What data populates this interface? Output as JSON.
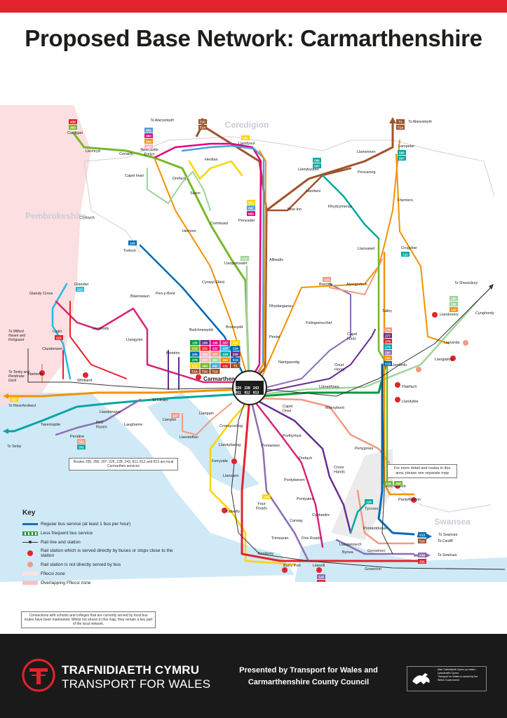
{
  "title": "Proposed Base Network: Carmarthenshire",
  "regions": {
    "ceredigion": "Ceredigion",
    "pembrokeshire": "Pembrokeshire",
    "swansea": "Swansea"
  },
  "places": {
    "cardigan": "Cardigan",
    "llechryd": "Llechryd",
    "cenarth": "Cenarth",
    "newcastle_emlyn": "Newcastle\nEmlyn",
    "henllan": "Henllan",
    "drefach_n": "Drefach",
    "saron": "Saron",
    "capel_iwan": "Capel Iwan",
    "llandysul": "Llandysul",
    "pencader": "Pencader",
    "cwmduad": "Cwmduad",
    "hermon": "Hermon",
    "crymych": "Crymych",
    "trelech": "Trelech",
    "cynwyl_elfed": "Cynwyl Elfed",
    "llanpumsaint": "Llanpumsaint",
    "alltwalis": "Alltwalis",
    "new_inn": "New Inn",
    "llanllwni": "Llanllwni",
    "llanybydder": "Llanybydder",
    "llanwnnen": "Llanwnnen",
    "pencarreg": "Pencarreg",
    "lampeter": "Lampeter",
    "rhydcymerau": "Rhydcymerau",
    "ffarmers": "Ffarmers",
    "llansawel": "Llansawel",
    "crugybar": "Crugybar",
    "glandy_cross": "Glandy Cross",
    "glandwr": "Glandwr",
    "login": "Login",
    "llanboidy": "Llanboidy",
    "blaenwaun": "Blaenwaun",
    "pen_y_bont": "Pen-y-Bont",
    "llangynin": "Llangynin",
    "bwlchnewydd": "Bwlchnewydd",
    "bronwydd": "Bronwydd",
    "peniel": "Peniel",
    "rhydargaeau": "Rhydargaeau",
    "brechfa": "Brechfa",
    "abergorlech": "Abergorlech",
    "felingwmuchaf": "Felingwmuchaf",
    "talley": "Talley",
    "llandovery": "Llandovery",
    "cynghordy": "Cynghordy",
    "llanwrda": "Llanwrda",
    "llangadog": "Llangadog",
    "llandeilo": "Llandeilo",
    "ffairfach": "Ffairfach",
    "llandybie": "Llandybie",
    "capel_isaac": "Capel\nIsaac",
    "court_henry": "Court\nHenry",
    "nantgaredig": "Nantgaredig",
    "llanarthney": "Llanarthney",
    "clunderwen": "Clunderwen",
    "narberth": "Narberth",
    "whitland": "Whitland",
    "meidrim": "Meidrim",
    "carmarthen": "Carmarthen",
    "st_clears": "St Clears",
    "llanddowror": "Llanddowror",
    "red_roses": "Red\nRoses",
    "laugharne": "Laugharne",
    "tavernspite": "Tavernspite",
    "pendine": "Pendine",
    "llanybri": "Llanybri",
    "llansteffan": "Llansteffan",
    "llangain": "Llangain",
    "croesyceiliog": "Croesyceiliog",
    "llandyfaelog": "Llandyfaelog",
    "ferryside": "Ferryside",
    "llansaint": "Llansaint",
    "kidwelly": "Kidwelly",
    "four_roads": "Four\nRoads",
    "pontantwn": "Pontantwn",
    "capel_dewi": "Capel\nDewi",
    "porthyrhyd": "Porthyrhyd",
    "maesybont": "Maesybont",
    "drefach_s": "Drefach",
    "cross_hands": "Cross\nHands",
    "penygroes": "Penygroes",
    "ammanford": "Ammanford",
    "pantyffynnon": "Pantyffynnon",
    "tycroes": "Tycroes",
    "pontarddulais": "Pontarddulais",
    "pontyberem": "Pontyberem",
    "pontyates": "Pontyates",
    "cynheidre": "Cynheidre",
    "carway": "Carway",
    "five_roads": "Five Roads",
    "trimsaran": "Trimsaran",
    "llangennech": "Llangennech",
    "bynea": "Bynea",
    "gorseinon": "Gorseinon",
    "gowerton": "Gowerton",
    "pembrey": "Pembrey",
    "burry_port": "Burry Port",
    "llanelli": "Llanelli"
  },
  "destinations": {
    "aberystwyth_w": "To Aberystwyth",
    "aberystwyth_e": "To Aberystwyth",
    "shrewsbury": "To Shrewsbury",
    "milford": "To Milford\nHaven and\nFishguard",
    "tenby_pembroke": "To Tenby and\nPembroke\nDock",
    "haverfordwest": "To Haverfordwest",
    "tenby": "To Tenby",
    "swansea1": "To Swansea",
    "cardiff": "To Cardiff",
    "swansea2": "To Swansea"
  },
  "route_badges": [
    {
      "t": "430",
      "c": "#e3232c"
    },
    {
      "t": "460",
      "c": "#76b82a"
    },
    {
      "t": "882",
      "c": "#4da1d9"
    },
    {
      "t": "883",
      "c": "#e6007e"
    },
    {
      "t": "884",
      "c": "#f39200"
    },
    {
      "t": "885",
      "c": "#f4b6c2"
    },
    {
      "t": "T1C",
      "c": "#a0522d"
    },
    {
      "t": "T1X",
      "c": "#a0522d"
    },
    {
      "t": "881",
      "c": "#ffd400"
    },
    {
      "t": "881",
      "c": "#ffd400"
    },
    {
      "t": "882",
      "c": "#4da1d9"
    },
    {
      "t": "883",
      "c": "#e6007e"
    },
    {
      "t": "T1",
      "c": "#a0522d"
    },
    {
      "t": "T1A",
      "c": "#a0522d"
    },
    {
      "t": "585",
      "c": "#00a7a0"
    },
    {
      "t": "597",
      "c": "#00a7a0"
    },
    {
      "t": "585",
      "c": "#00a7a0"
    },
    {
      "t": "597",
      "c": "#00a7a0"
    },
    {
      "t": "225",
      "c": "#0069b4"
    },
    {
      "t": "215",
      "c": "#9ed49b"
    },
    {
      "t": "223",
      "c": "#29b6e6"
    },
    {
      "t": "221",
      "c": "#e3232c"
    },
    {
      "t": "128",
      "c": "#f39a82"
    },
    {
      "t": "280",
      "c": "#9ed49b"
    },
    {
      "t": "281",
      "c": "#9ed49b"
    },
    {
      "t": "129",
      "c": "#f39200"
    },
    {
      "t": "322",
      "c": "#ffd400"
    },
    {
      "t": "322",
      "c": "#f39a82"
    },
    {
      "t": "351",
      "c": "#00a7a0"
    },
    {
      "t": "227",
      "c": "#f39a82"
    },
    {
      "t": "198",
      "c": "#ffd400"
    },
    {
      "t": "X13",
      "c": "#0069b4"
    },
    {
      "t": "T1C",
      "c": "#a0522d"
    },
    {
      "t": "X40",
      "c": "#8c6fb2"
    },
    {
      "t": "211",
      "c": "#e3232c"
    },
    {
      "t": "128",
      "c": "#76b82a"
    },
    {
      "t": "280",
      "c": "#76b82a"
    },
    {
      "t": "129",
      "c": "#00a7a0"
    },
    {
      "t": "111",
      "c": "#00a7a0"
    },
    {
      "t": "128",
      "c": "#8c6fb2"
    },
    {
      "t": "195",
      "c": "#e3232c"
    },
    {
      "t": "197",
      "c": "#d6257a"
    },
    {
      "t": "X11",
      "c": "#8c6fb2"
    },
    {
      "t": "276",
      "c": "#f39a82"
    },
    {
      "t": "277",
      "c": "#662d91"
    },
    {
      "t": "278",
      "c": "#e3232c"
    },
    {
      "t": "279",
      "c": "#00a7a0"
    },
    {
      "t": "280",
      "c": "#8c6fb2"
    },
    {
      "t": "283",
      "c": "#f39200"
    },
    {
      "t": "X13",
      "c": "#0069b4"
    }
  ],
  "hub_table": {
    "rows": [
      [
        {
          "t": "128",
          "c": "#009a3f"
        },
        {
          "t": "166",
          "c": "#662d91"
        },
        {
          "t": "195",
          "c": "#e6007e"
        },
        {
          "t": "197",
          "c": "#d6257a"
        },
        {
          "t": "198",
          "c": "#ffd400"
        }
      ],
      [
        {
          "t": "215",
          "c": "#76b82a"
        },
        {
          "t": "221",
          "c": "#e3232c"
        },
        {
          "t": "222",
          "c": "#e6007e"
        },
        {
          "t": "223",
          "c": "#29b6e6"
        },
        {
          "t": "224",
          "c": "#0069b4"
        }
      ],
      [
        {
          "t": "225",
          "c": "#0069b4"
        },
        {
          "t": "226",
          "c": "#f4b6c2"
        },
        {
          "t": "227",
          "c": "#f39a82"
        },
        {
          "t": "228",
          "c": "#00a7a0"
        },
        {
          "t": "229",
          "c": "#662d91"
        }
      ],
      [
        {
          "t": "279",
          "c": "#009a3f"
        },
        {
          "t": "280",
          "c": "#f4b6c2"
        },
        {
          "t": "281",
          "c": "#9ed49b"
        },
        {
          "t": "283",
          "c": "#f39200"
        },
        {
          "t": "X13",
          "c": "#0069b4"
        }
      ],
      [
        {
          "t": "322",
          "c": "#ffd400"
        },
        {
          "t": "460",
          "c": "#76b82a"
        },
        {
          "t": "882",
          "c": "#4da1d9"
        },
        {
          "t": "x11",
          "c": "#e3232c"
        },
        {
          "t": "T1",
          "c": "#a0522d"
        }
      ],
      [
        {
          "t": "T1A",
          "c": "#a0522d"
        },
        {
          "t": "T1C",
          "c": "#a0522d"
        },
        {
          "t": "T1X",
          "c": "#a0522d"
        }
      ]
    ]
  },
  "hub_circle": {
    "rows": [
      [
        "205",
        "206",
        "207"
      ],
      [
        "226",
        "228",
        "243"
      ],
      [
        "811",
        "812",
        "813"
      ]
    ]
  },
  "routes_note": "Routes 205, 206, 207, 226, 228, 243, 811, 812 and 813 are local Carmarthen services",
  "detail_note": "For more detail and routes in this area, please see separate map",
  "key": {
    "title": "Key",
    "items": [
      "Regular bus service (at least 1 bus per hour)",
      "Less frequent bus service",
      "Rail line and station",
      "Rail station which is served directly by buses or stops close to the station",
      "Rail station is not directly served by bus",
      "Fflecsi zone",
      "Overlapping Fflecsi zone"
    ]
  },
  "connections_note": "Connections with schools and colleges that are currently served by local bus routes have been maintained. Whilst not shown in this map, they remain a key part of the local network.",
  "footer": {
    "brand_cy": "TRAFNIDIAETH CYMRU",
    "brand_en": "TRANSPORT FOR WALES",
    "presented": "Presented by Transport for Wales and Carmarthenshire County Council",
    "gov_cy": "Mae Trafnidiaeth Cymru yn eiddo i Lywodraeth Cymru",
    "gov_en": "Transport for Wales is owned by the Welsh Government"
  },
  "colors": {
    "brand_red": "#e3232c",
    "sea": "#cfe9f7",
    "fflecsi": "#fbd9dc",
    "regular_bus": "#1c6fba",
    "rail": "#333333",
    "footer_bg": "#1a1a1a"
  }
}
